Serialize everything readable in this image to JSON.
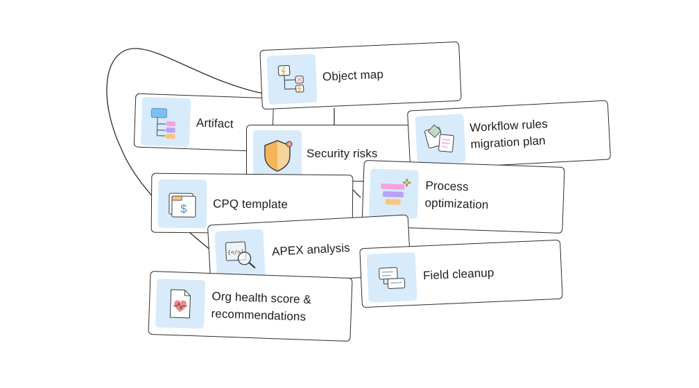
{
  "cards": {
    "object_map": {
      "label": "Object map",
      "icon": "flow-chart-icon"
    },
    "artifact": {
      "label": "Artifact",
      "icon": "hierarchy-icon"
    },
    "workflow": {
      "label_line1": "Workflow rules",
      "label_line2": "migration plan",
      "icon": "workflow-docs-icon"
    },
    "security": {
      "label": "Security risks",
      "icon": "shield-icon"
    },
    "process": {
      "label_line1": "Process",
      "label_line2": "optimization",
      "icon": "stacked-bars-icon"
    },
    "cpq": {
      "label": "CPQ template",
      "icon": "dollar-document-icon"
    },
    "apex": {
      "label": "APEX analysis",
      "icon": "code-magnifier-icon"
    },
    "field": {
      "label": "Field cleanup",
      "icon": "form-fields-icon"
    },
    "org": {
      "label_line1": "Org health score &",
      "label_line2": "recommendations",
      "icon": "heart-document-icon"
    }
  },
  "colors": {
    "tile_bg": "#d8ebfb",
    "border": "#2a2a2a",
    "accent_blue": "#7cc0f2",
    "accent_pink": "#f4a3e0",
    "accent_purple": "#b9a3f4",
    "accent_orange": "#fbc57a"
  }
}
